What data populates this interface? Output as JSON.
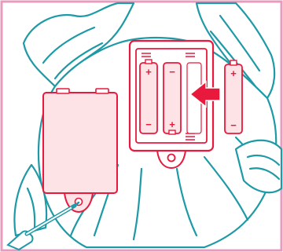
{
  "palette": {
    "frame": "#e89bbf",
    "plush_outline": "#1e9aa6",
    "plush_fill": "#ffffff",
    "battery_red": "#e8193c",
    "battery_pale": "#fde2e6",
    "background": "#ffffff"
  },
  "markings": {
    "plus": "+",
    "minus": "−"
  },
  "elements": {
    "plush_toy": "plush-toy-back",
    "battery_compartment": "battery-compartment",
    "compartment_cover": "battery-cover-removed",
    "insert_arrow": "arrow-insert-icon",
    "screwdriver": "screwdriver-icon"
  }
}
